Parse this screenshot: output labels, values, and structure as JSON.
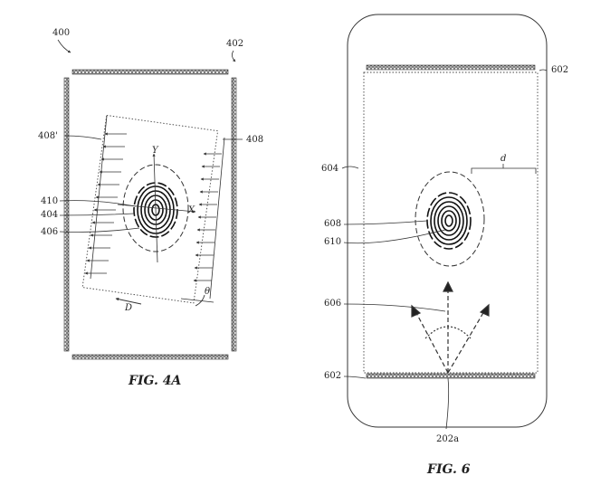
{
  "figure_4a": {
    "caption": "FIG. 4A",
    "refs": {
      "r400": "400",
      "r402": "402",
      "r408p": "408'",
      "r408": "408",
      "r410": "410",
      "r404": "404",
      "r406": "406"
    },
    "axes": {
      "y": "Y",
      "x": "X",
      "theta": "θ",
      "d": "D"
    }
  },
  "figure_6": {
    "caption": "FIG. 6",
    "refs": {
      "r602a": "602",
      "r602b": "602",
      "r604": "604",
      "r608": "608",
      "r610": "610",
      "r606": "606",
      "r202a": "202a"
    },
    "dim": {
      "d": "d"
    }
  },
  "icons": [
    "fingerprint-icon",
    "swipe-arrow-icon"
  ]
}
